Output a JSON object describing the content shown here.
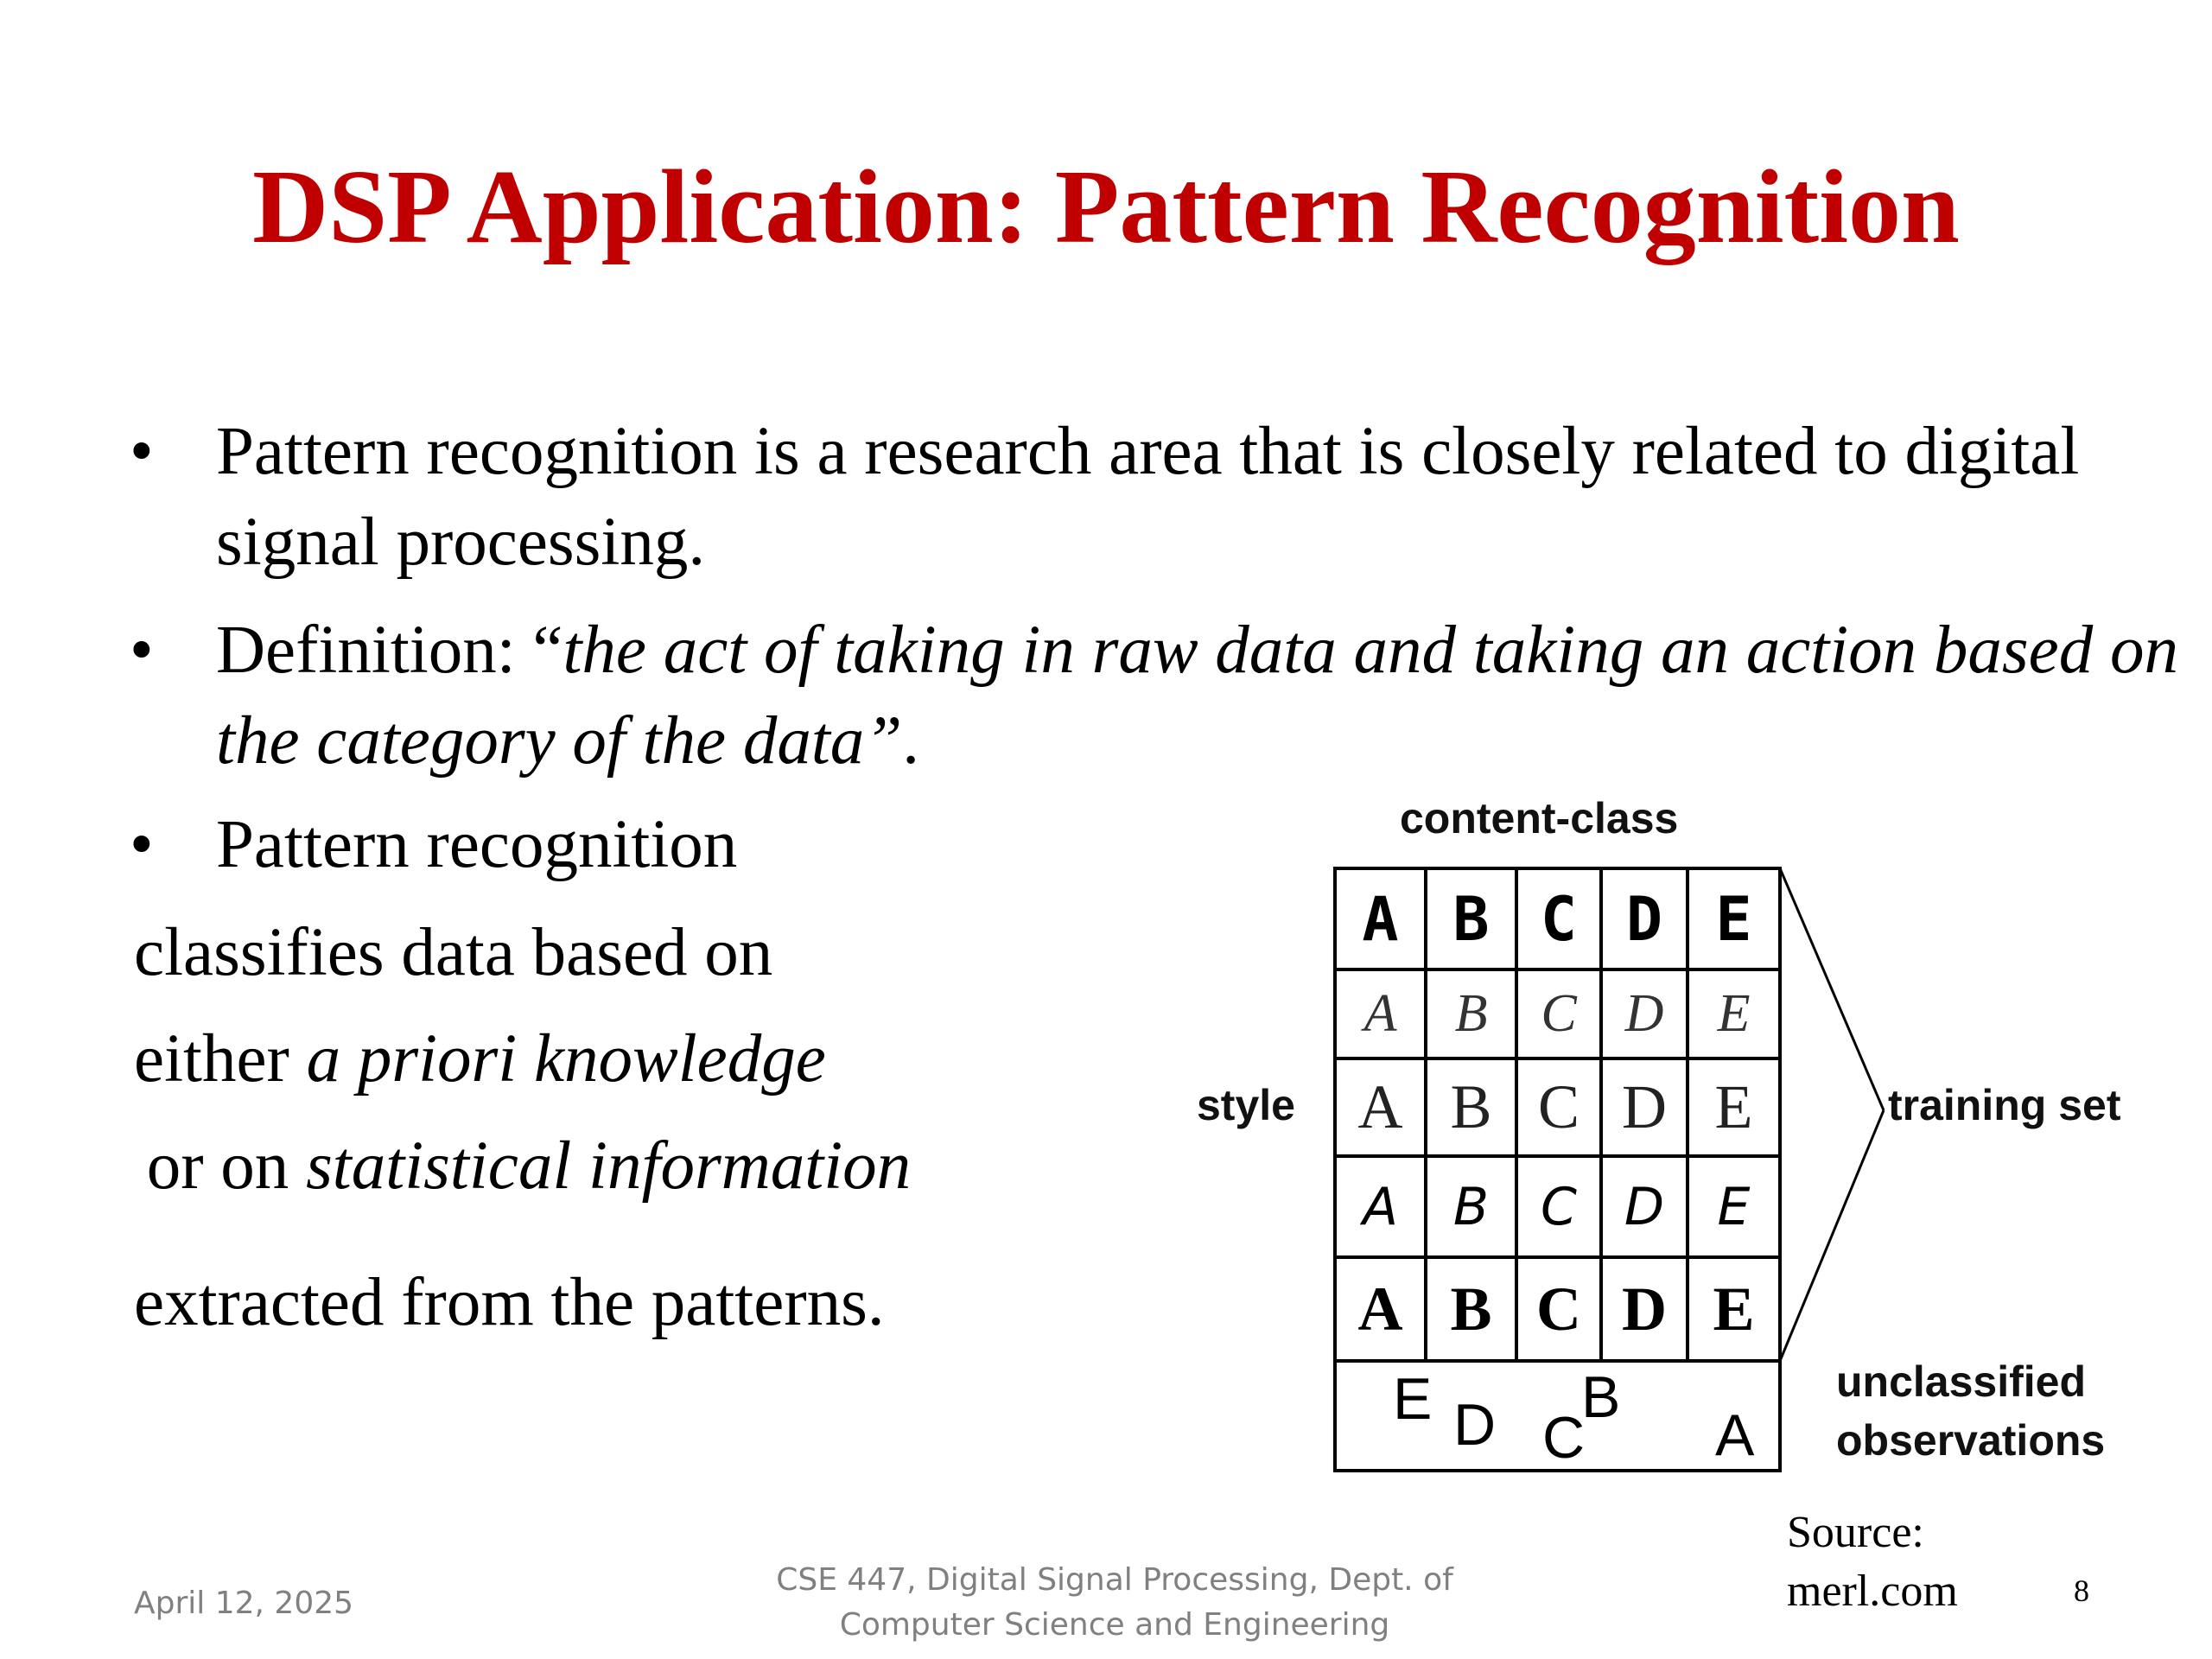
{
  "slide": {
    "title": "DSP Application: Pattern Recognition",
    "bullets": [
      {
        "symbol": "•",
        "text": "Pattern recognition is a research area that is closely related to digital signal processing."
      },
      {
        "symbol": "•",
        "prefix": "Definition: “",
        "italic": "the act of taking in raw data and taking an action based on the category of the data”",
        "suffix": "."
      },
      {
        "symbol": "•",
        "text": "Pattern recognition"
      }
    ],
    "continuation": {
      "line1": "classifies data based on",
      "line2_prefix": "either ",
      "line2_italic": "a priori knowledge",
      "line3_prefix": " or on ",
      "line3_italic": "statistical information",
      "line4": "extracted from the patterns."
    }
  },
  "diagram": {
    "top_label": "content-class",
    "left_label": "style",
    "right_label": "training set",
    "bottom_label_line1": "unclassified",
    "bottom_label_line2": "observations",
    "grid_rows": [
      [
        "A",
        "B",
        "C",
        "D",
        "E"
      ],
      [
        "A",
        "B",
        "C",
        "D",
        "E"
      ],
      [
        "A",
        "B",
        "C",
        "D",
        "E"
      ],
      [
        "A",
        "B",
        "C",
        "D",
        "E"
      ],
      [
        "A",
        "B",
        "C",
        "D",
        "E"
      ]
    ],
    "unclassified": [
      "E",
      "D",
      "C",
      "B",
      "A"
    ]
  },
  "footer": {
    "date": "April 12, 2025",
    "course_line1": "CSE 447, Digital Signal Processing, Dept. of",
    "course_line2": "Computer Science and Engineering",
    "source_line1": "Source:",
    "source_line2": "merl.com",
    "page_number": "8"
  }
}
